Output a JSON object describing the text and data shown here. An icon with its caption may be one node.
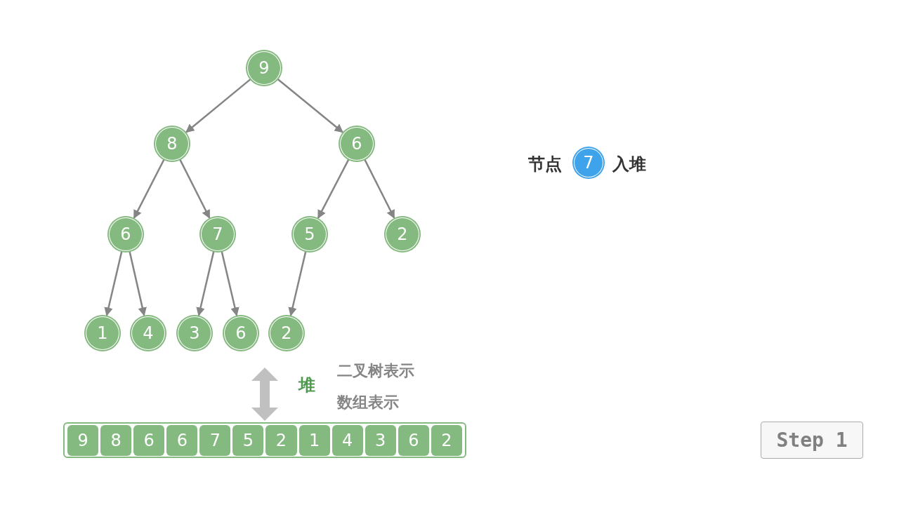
{
  "diagram": {
    "nodes": [
      {
        "text": [
          "9"
        ]
      },
      {
        "text": [
          "8"
        ]
      },
      {
        "text": [
          "6"
        ]
      },
      {
        "text": [
          "6"
        ]
      },
      {
        "text": [
          "7"
        ]
      },
      {
        "text": [
          "5"
        ]
      },
      {
        "text": [
          "2"
        ]
      },
      {
        "text": [
          "1"
        ]
      },
      {
        "text": [
          "4"
        ]
      },
      {
        "text": [
          "3"
        ]
      },
      {
        "text": [
          "6"
        ]
      },
      {
        "text": [
          "2"
        ]
      },
      {
        "text": [],
        "shape": "box"
      },
      {
        "text": [
          "9"
        ],
        "in": 12
      },
      {
        "text": [
          "8"
        ],
        "in": 12
      },
      {
        "text": [
          "6"
        ],
        "in": 12
      },
      {
        "text": [
          "6"
        ],
        "in": 12
      },
      {
        "text": [
          "7"
        ],
        "in": 12
      },
      {
        "text": [
          "5"
        ],
        "in": 12
      },
      {
        "text": [
          "2"
        ],
        "in": 12
      },
      {
        "text": [
          "1"
        ],
        "in": 12
      },
      {
        "text": [
          "4"
        ],
        "in": 12
      },
      {
        "text": [
          "3"
        ],
        "in": 12
      },
      {
        "text": [
          "6"
        ],
        "in": 12
      },
      {
        "text": [
          "2"
        ],
        "in": 12
      },
      {
        "text": [
          "7"
        ]
      },
      {
        "text": [
          "Step 1"
        ]
      }
    ],
    "edges": [
      {
        "from": 0,
        "to": 1,
        "arrow": "to"
      },
      {
        "from": 0,
        "to": 2,
        "arrow": "to"
      },
      {
        "from": 1,
        "to": 3,
        "arrow": "to"
      },
      {
        "from": 1,
        "to": 4,
        "arrow": "to"
      },
      {
        "from": 2,
        "to": 5,
        "arrow": "to"
      },
      {
        "from": 2,
        "to": 6,
        "arrow": "to"
      },
      {
        "from": 3,
        "to": 7,
        "arrow": "to"
      },
      {
        "from": 3,
        "to": 8,
        "arrow": "to"
      },
      {
        "from": 4,
        "to": 9,
        "arrow": "to"
      },
      {
        "from": 4,
        "to": 10,
        "arrow": "to"
      },
      {
        "from": 5,
        "to": 11,
        "arrow": "to"
      },
      {
        "from": null,
        "to": 12,
        "arrow": "both"
      }
    ],
    "labels": [
      "节点",
      "入堆",
      "堆",
      "二叉树表示",
      "数组表示"
    ]
  }
}
